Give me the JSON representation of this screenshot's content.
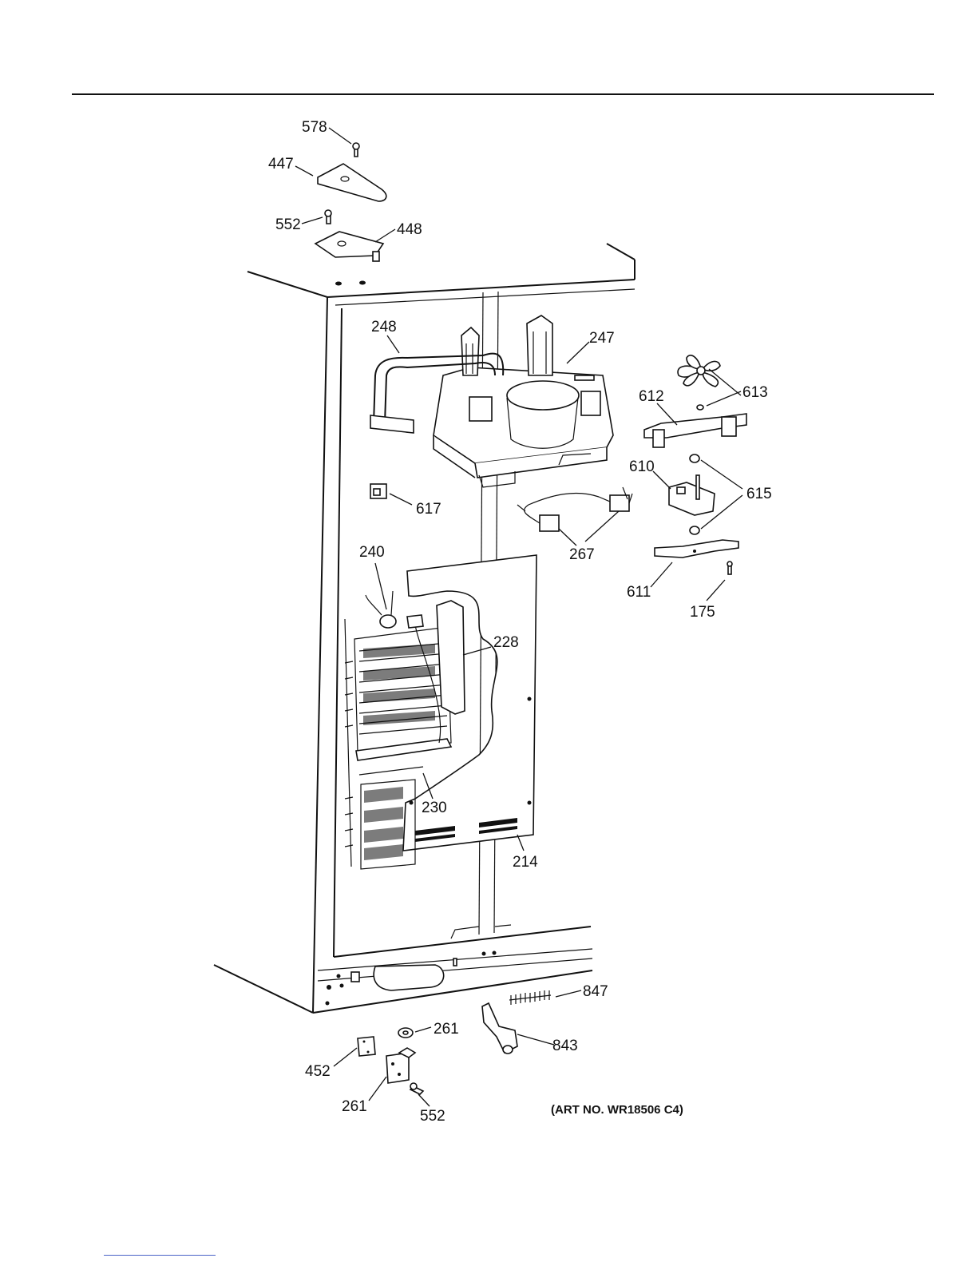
{
  "labels": {
    "p578": "578",
    "p447": "447",
    "p552_top": "552",
    "p448": "448",
    "p248": "248",
    "p247": "247",
    "p613": "613",
    "p612": "612",
    "p610": "610",
    "p615": "615",
    "p617": "617",
    "p267": "267",
    "p611": "611",
    "p175": "175",
    "p240": "240",
    "p228": "228",
    "p230": "230",
    "p214": "214",
    "p847": "847",
    "p261_top": "261",
    "p843": "843",
    "p452": "452",
    "p261_bottom": "261",
    "p552_bottom": "552"
  },
  "art_number": "(ART NO. WR18506 C4)"
}
